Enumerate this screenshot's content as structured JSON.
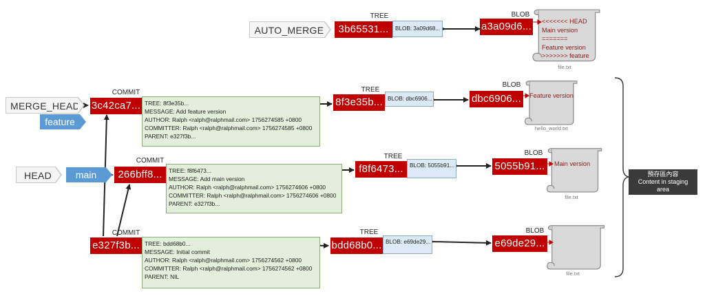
{
  "refs": {
    "auto_merge": "AUTO_MERGE",
    "merge_head": "MERGE_HEAD",
    "head": "HEAD"
  },
  "branches": {
    "feature": "feature",
    "main": "main"
  },
  "kinds": {
    "tree": "TREE",
    "blob": "BLOB",
    "commit": "COMMIT"
  },
  "auto_merge": {
    "tree_id": "3b65531...",
    "tree_entry": "BLOB: 3a09d68...",
    "blob_id": "a3a09d6...",
    "blob_lines": [
      "<<<<<<< HEAD",
      "Main version",
      "=======",
      "Feature version",
      ">>>>>>> feature"
    ],
    "file": "file.txt"
  },
  "commits": [
    {
      "id": "3c42ca7...",
      "lines": [
        "TREE: 8f3e35b...",
        "MESSAGE: Add feature version",
        "AUTHOR: Ralph <ralph@ralphmail.com> 1756274585 +0800",
        "COMMITTER: Ralph <ralph@ralphmail.com> 1756274585 +0800",
        "PARENT: e327f3b..."
      ],
      "tree_id": "8f3e35b...",
      "tree_entry": "BLOB: dbc6906...",
      "blob_id": "dbc6906...",
      "blob_text": "Feature version",
      "file": "hello_world.txt"
    },
    {
      "id": "266bff8...",
      "lines": [
        "TREE: f8f6473...",
        "MESSAGE: Add main version",
        "AUTHOR: Ralph <ralph@ralphmail.com> 1756274606 +0800",
        "COMMITTER: Ralph <ralph@ralphmail.com> 1756274606 +0800",
        "PARENT: e327f3b..."
      ],
      "tree_id": "f8f6473...",
      "tree_entry": "BLOB: 5055b91...",
      "blob_id": "5055b91...",
      "blob_text": "Main version",
      "file": "file.txt"
    },
    {
      "id": "e327f3b...",
      "lines": [
        "TREE: bdd68b0...",
        "MESSAGE: Initial commit",
        "AUTHOR: Ralph <ralph@ralphmail.com> 1756274562 +0800",
        "COMMITTER: Ralph <ralph@ralphmail.com> 1756274562 +0800",
        "PARENT: NIL"
      ],
      "tree_id": "bdd68b0...",
      "tree_entry": "BLOB: e69de29...",
      "blob_id": "e69de29...",
      "blob_text": "",
      "file": "file.txt"
    }
  ],
  "staging_note": {
    "line1": "預存區內容",
    "line2": "Content in staging area"
  },
  "colors": {
    "object_red": "#c00000",
    "branch_blue": "#5b9bd5",
    "commit_green": "#e2efda",
    "tree_blue": "#dce9f6"
  }
}
